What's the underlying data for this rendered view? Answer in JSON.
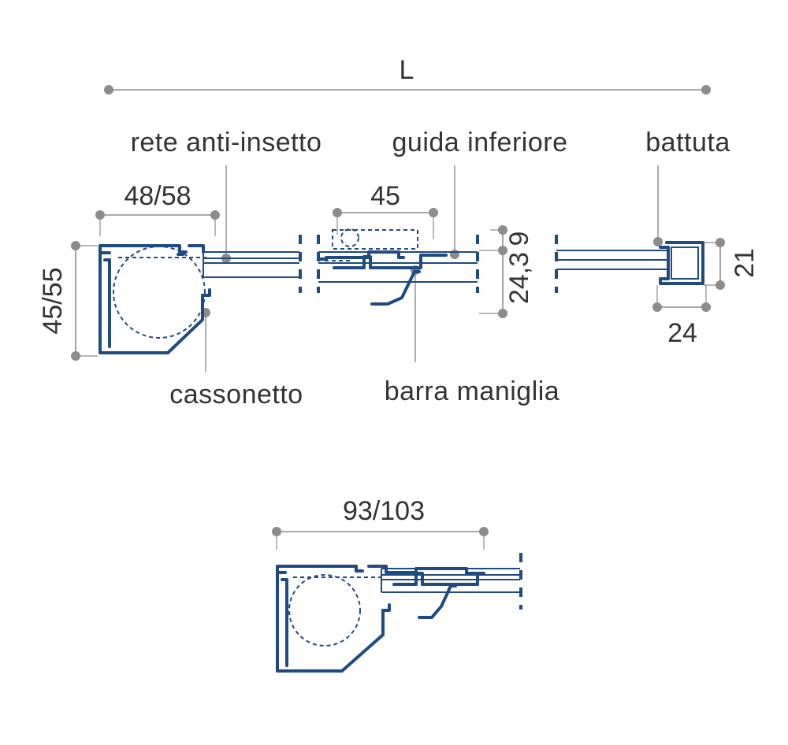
{
  "colors": {
    "profile": "#1f4a82",
    "dimension": "#8c8c8c",
    "text": "#333333",
    "background": "#ffffff"
  },
  "dimensions": {
    "overall_width": "L",
    "box_depth": "48/58",
    "box_height": "45/55",
    "track_width": "45",
    "track_top": "9",
    "track_height": "24,3",
    "stop_height": "21",
    "stop_width": "24",
    "total_depth": "93/103"
  },
  "labels": {
    "insect_screen": "rete anti-insetto",
    "lower_guide": "guida inferiore",
    "stop": "battuta",
    "box": "cassonetto",
    "handle_bar": "barra maniglia"
  }
}
